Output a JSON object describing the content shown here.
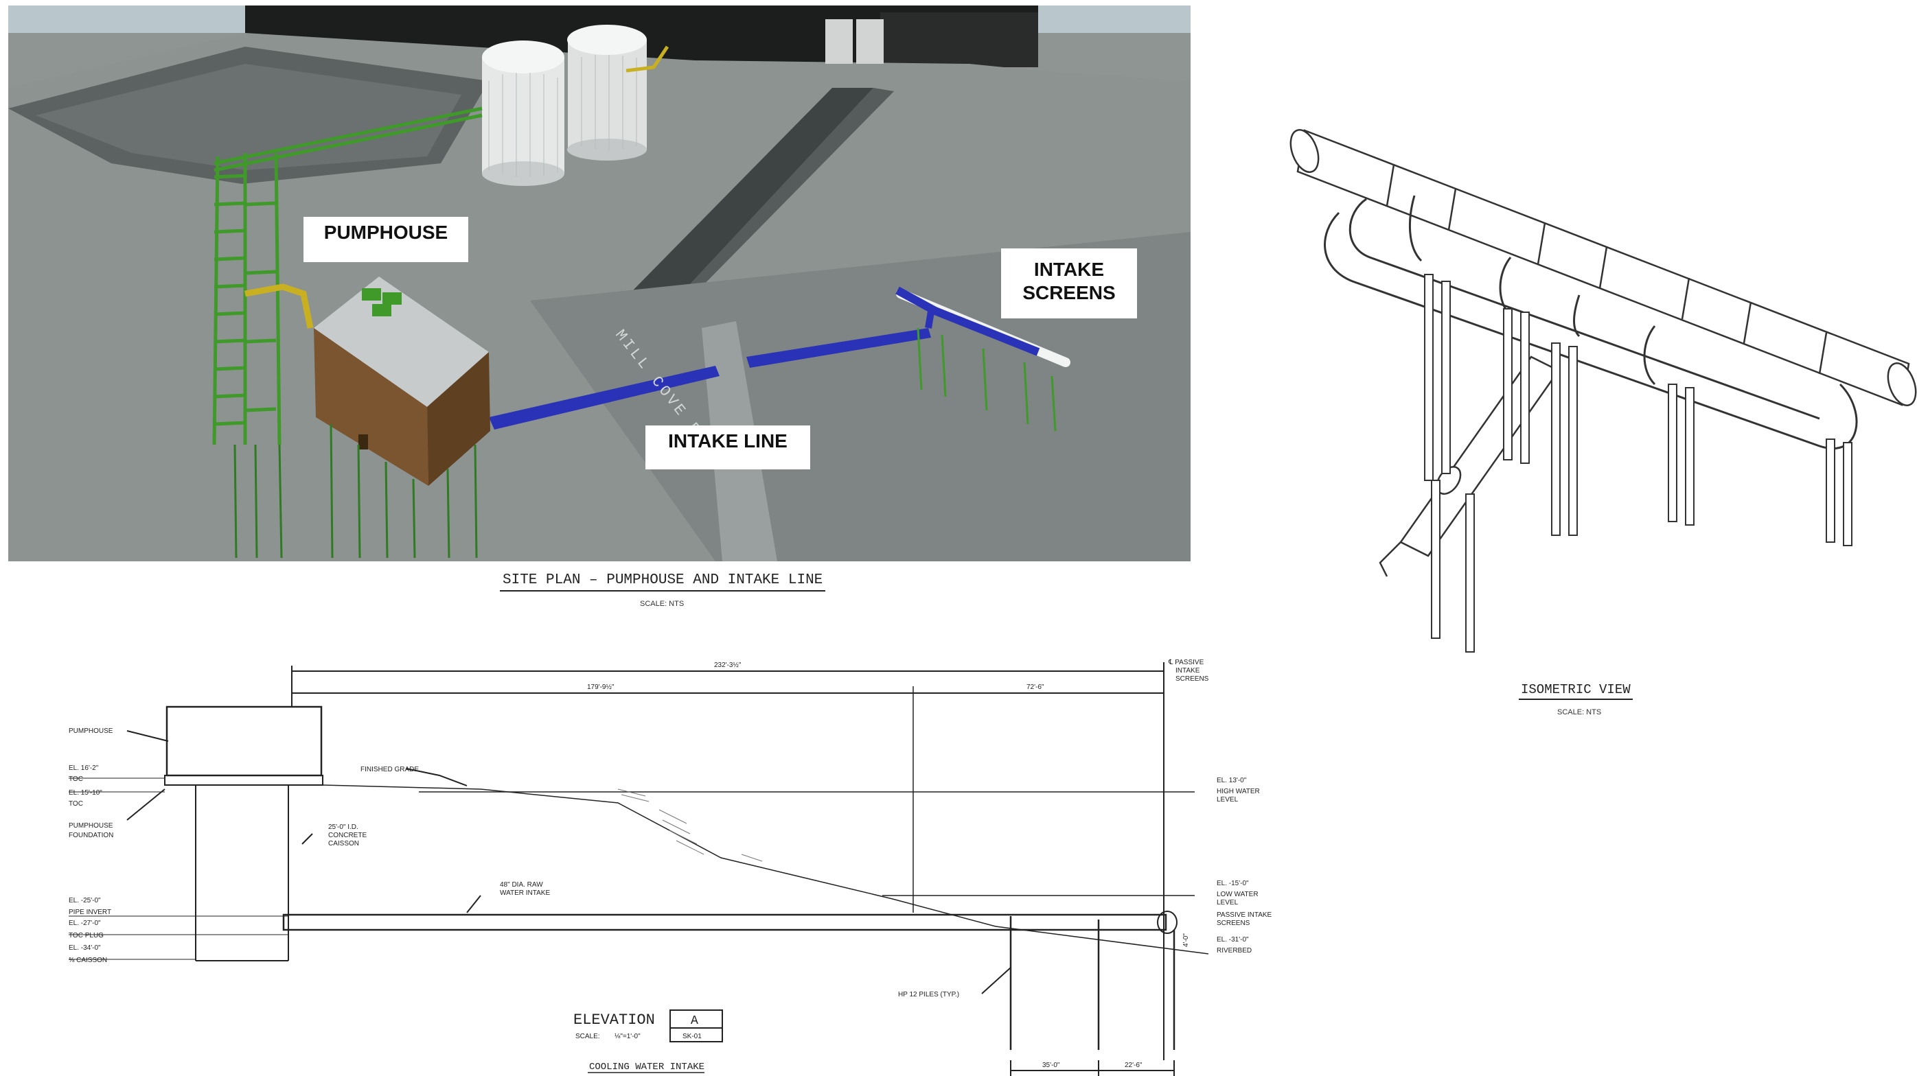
{
  "site_plan": {
    "labels": {
      "pumphouse": "PUMPHOUSE",
      "intake_screens_line1": "INTAKE",
      "intake_screens_line2": "SCREENS",
      "intake_line": "INTAKE LINE"
    },
    "road_text": "MILL COVE RD",
    "title": "SITE PLAN – PUMPHOUSE AND INTAKE LINE",
    "scale": "SCALE: NTS"
  },
  "isometric": {
    "title": "ISOMETRIC VIEW",
    "scale": "SCALE: NTS"
  },
  "elevation": {
    "dimensions": {
      "overall": "232'-3½\"",
      "segment_a": "179'-9½\"",
      "segment_b": "72'-6\"",
      "pile_spacing_1": "35'-0\"",
      "pile_spacing_2": "22'-6\"",
      "screen_height": "4'-0\""
    },
    "left_labels": {
      "pumphouse": "PUMPHOUSE",
      "el_top": "EL. 16'-2\"",
      "toc_top": "TOC",
      "el_mid": "EL. 15'-10\"",
      "toc_mid": "TOC",
      "foundation_1": "PUMPHOUSE",
      "foundation_2": "FOUNDATION",
      "el_pipe": "EL. -25'-0\"",
      "pipe_invert": "PIPE INVERT",
      "el_plug": "EL. -27'-0\"",
      "toc_plug": "TOC PLUG",
      "el_caisson": "EL. -34'-0\"",
      "caisson_bottom": "⅝ CAISSON"
    },
    "notes": {
      "caisson_1": "25'-0\" I.D.",
      "caisson_2": "CONCRETE",
      "caisson_3": "CAISSON",
      "finished_grade": "FINISHED GRADE",
      "raw_1": "48\" DIA. RAW",
      "raw_2": "WATER INTAKE",
      "piles": "HP 12 PILES (TYP.)"
    },
    "right_labels": {
      "passive_top_1": "℄ PASSIVE",
      "passive_top_2": "INTAKE",
      "passive_top_3": "SCREENS",
      "el_high": "EL. 13'-0\"",
      "high_1": "HIGH WATER",
      "high_2": "LEVEL",
      "el_low": "EL. -15'-0\"",
      "low_1": "LOW WATER",
      "low_2": "LEVEL",
      "passive_1": "PASSIVE INTAKE",
      "passive_2": "SCREENS",
      "el_river": "EL. -31'-0\"",
      "riverbed": "RIVERBED"
    },
    "title": "ELEVATION",
    "callout_letter": "A",
    "callout_sheet": "SK-01",
    "scale_label": "SCALE:",
    "scale_value": "⅛\"=1'-0\"",
    "drawing_name": "COOLING WATER INTAKE"
  },
  "colors": {
    "ground": "#8f9593",
    "intake_pipe": "#2a33b8",
    "steel_green": "#3f9a2a",
    "pipe_yellow": "#c9b020",
    "pumphouse_roof": "#c7cbcc",
    "pumphouse_wall": "#7a5530"
  }
}
